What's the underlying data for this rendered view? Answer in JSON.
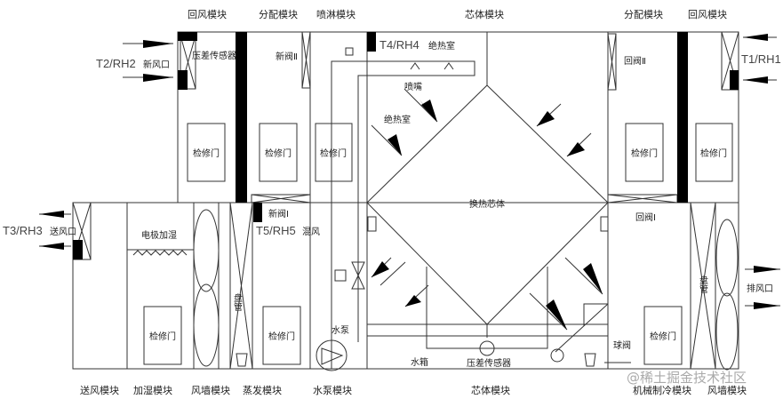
{
  "top_modules": [
    "回风模块",
    "分配模块",
    "喷淋模块",
    "芯体模块",
    "分配模块",
    "回风模块"
  ],
  "bottom_modules": [
    "送风模块",
    "加湿模块",
    "风墙模块",
    "蒸发模块",
    "水泵模块",
    "芯体模块",
    "机械制冷模块",
    "风墙模块"
  ],
  "sensors": {
    "t2": "T2/RH2",
    "t1": "T1/RH1",
    "t3": "T3/RH3",
    "t4": "T4/RH4",
    "t5": "T5/RH5"
  },
  "labels": {
    "fresh_inlet": "新风口",
    "pressure_sensor_top": "压差传感器",
    "fresh_valve_2": "新阀Ⅱ",
    "adiabatic_room_1": "绝热室",
    "nozzle": "喷嘴",
    "adiabatic_room_2": "绝热室",
    "heat_core": "换热芯体",
    "return_valve_2": "回阀Ⅱ",
    "service_door": "检修门",
    "supply_outlet": "送风口",
    "electrode_humidifier": "电极加湿",
    "fresh_valve_1": "新阀Ⅰ",
    "mixed_air": "混风",
    "coil": "盘管",
    "pump": "水泵",
    "tank": "水箱",
    "pressure_sensor_bottom": "压差传感器",
    "ball_valve": "球阀",
    "return_valve_1": "回阀Ⅰ",
    "exhaust_outlet": "排风口"
  },
  "watermark": "@稀土掘金技术社区"
}
